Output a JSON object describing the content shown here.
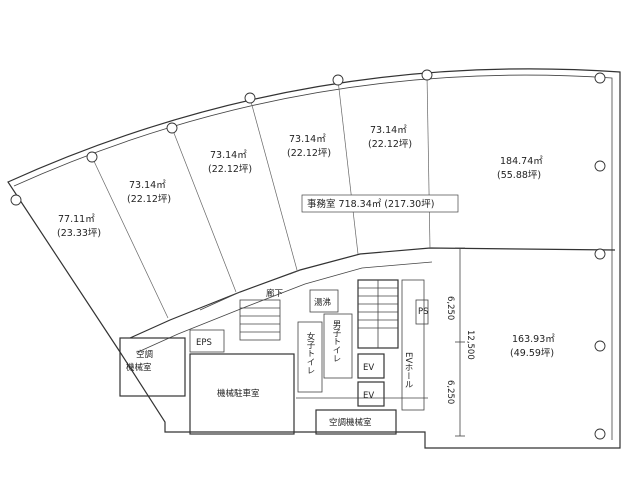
{
  "office_total": "事務室 718.34㎡ (217.30坪)",
  "units": [
    {
      "area": "77.11㎡",
      "tsubo": "(23.33坪)"
    },
    {
      "area": "73.14㎡",
      "tsubo": "(22.12坪)"
    },
    {
      "area": "73.14㎡",
      "tsubo": "(22.12坪)"
    },
    {
      "area": "73.14㎡",
      "tsubo": "(22.12坪)"
    },
    {
      "area": "73.14㎡",
      "tsubo": "(22.12坪)"
    },
    {
      "area": "184.74㎡",
      "tsubo": "(55.88坪)"
    },
    {
      "area": "163.93㎡",
      "tsubo": "(49.59坪)"
    }
  ],
  "rooms": {
    "corridor": "廊下",
    "kitchenette": "湯沸",
    "eps": "EPS",
    "ps": "PS",
    "mens_toilet": "男子トイレ",
    "womens_toilet": "女子トイレ",
    "ev1": "EV",
    "ev2": "EV",
    "ev_hall": "EVホール",
    "hvac_room_left": "空調\n機械室",
    "hvac_room_left_l1": "空調",
    "hvac_room_left_l2": "機械室",
    "mech_parking": "機械駐車室",
    "hvac_room_bottom": "空調機械室"
  },
  "dimensions": {
    "d1": "6,250",
    "d2": "12,500",
    "d3": "6,250"
  }
}
